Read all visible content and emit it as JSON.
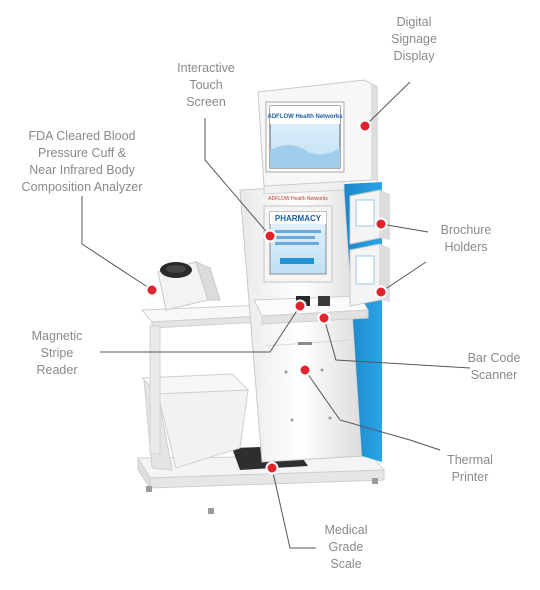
{
  "labels": {
    "signage": [
      "Digital",
      "Signage",
      "Display"
    ],
    "touch": [
      "Interactive",
      "Touch",
      "Screen"
    ],
    "bp": [
      "FDA Cleared Blood",
      "Pressure Cuff &",
      "Near Infrared Body",
      "Composition Analyzer"
    ],
    "brochure": [
      "Brochure",
      "Holders"
    ],
    "magnetic": [
      "Magnetic",
      "Stripe",
      "Reader"
    ],
    "barcode": [
      "Bar Code",
      "Scanner"
    ],
    "printer": [
      "Thermal",
      "Printer"
    ],
    "scale": [
      "Medical",
      "Grade",
      "Scale"
    ]
  },
  "screens": {
    "signage_brand": "ADFLOW Health Networks",
    "kiosk_brand": "ADFLOW Health Networks",
    "kiosk_title": "PHARMACY"
  },
  "colors": {
    "accent_blue": "#1f93d6",
    "marker_red": "#e2232c",
    "label_gray": "#8a8a8a"
  }
}
